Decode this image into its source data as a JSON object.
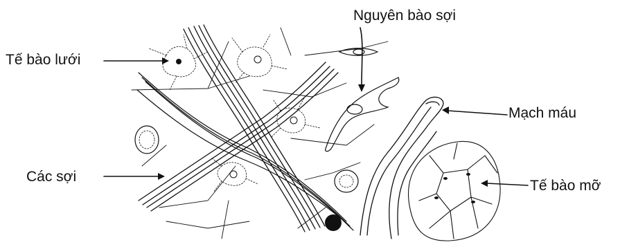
{
  "labels": {
    "fibroblast": "Nguyên bào sợi",
    "reticular_cell": "Tế bào lưới",
    "blood_vessel": "Mạch máu",
    "fibers": "Các sợi",
    "fat_cell": "Tế bào mỡ"
  }
}
